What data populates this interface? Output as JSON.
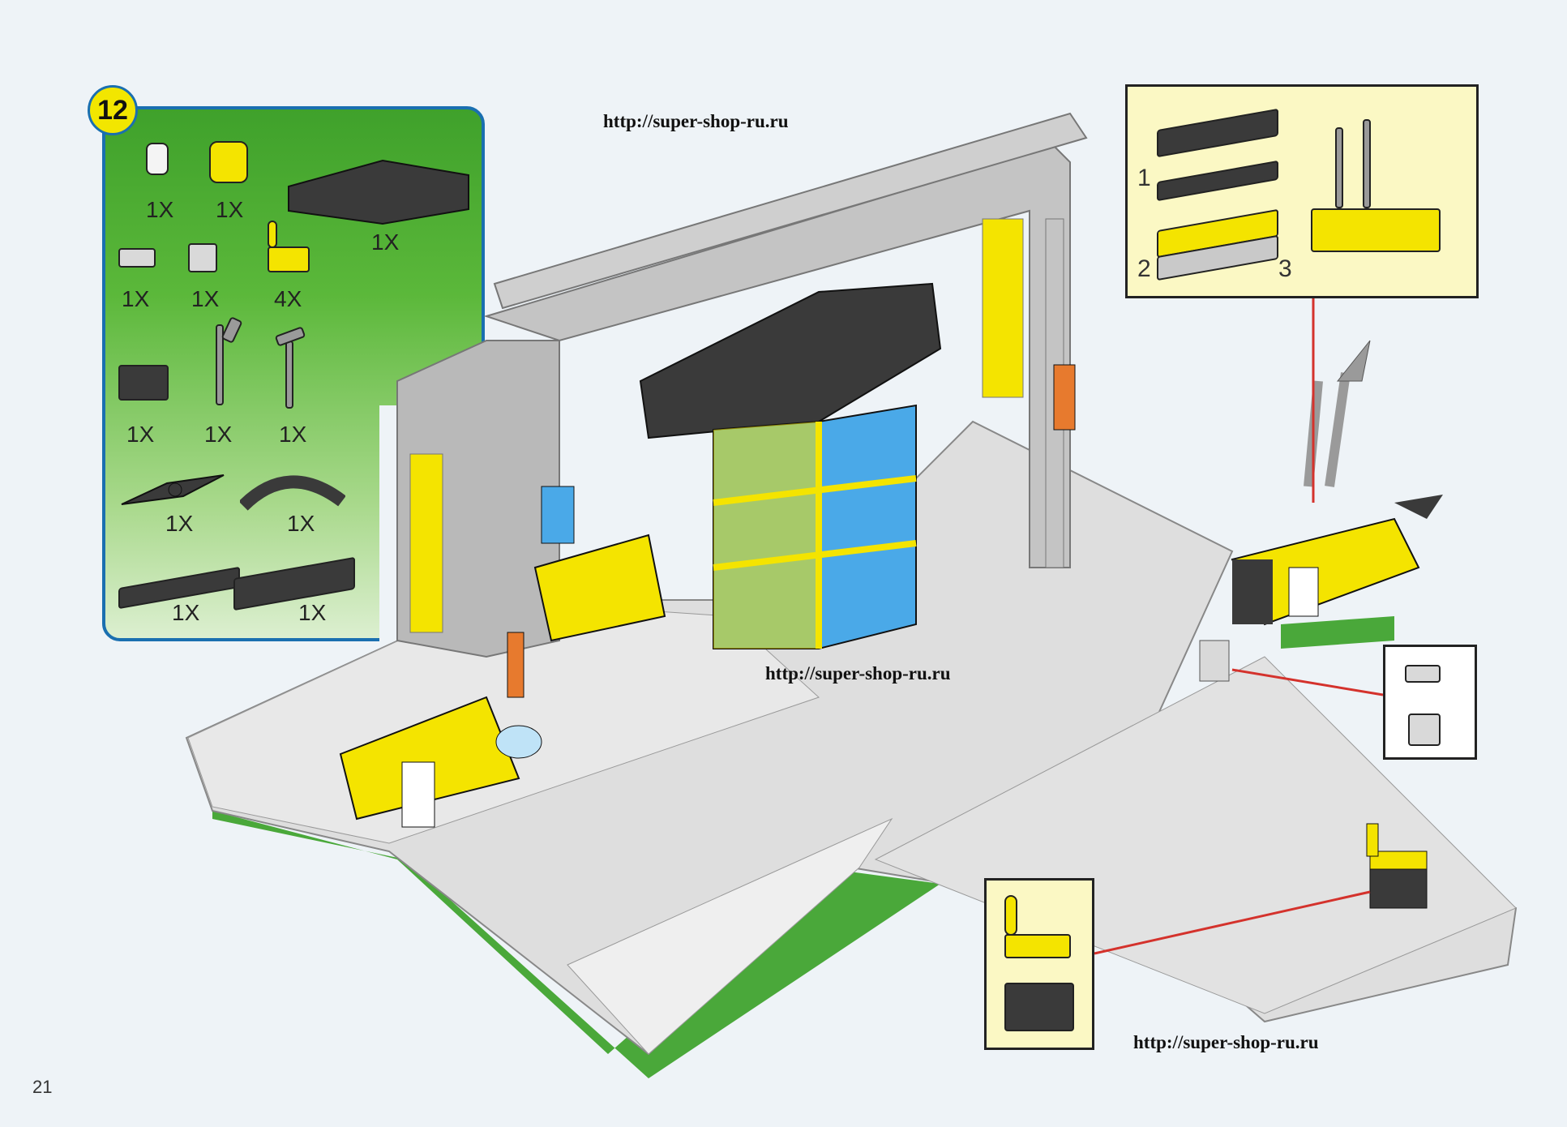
{
  "step": {
    "number": "12"
  },
  "parts": [
    {
      "name": "white-clip-part",
      "qty": "1X"
    },
    {
      "name": "yellow-torso-part",
      "qty": "1X"
    },
    {
      "name": "black-wedge-plate-part",
      "qty": "1X"
    },
    {
      "name": "gray-clip-plate-part",
      "qty": "1X"
    },
    {
      "name": "gray-brick-1x1-part",
      "qty": "1X"
    },
    {
      "name": "yellow-bar-plate-part",
      "qty": "4X"
    },
    {
      "name": "black-brick-1x2-part",
      "qty": "1X"
    },
    {
      "name": "gray-tool-part-1",
      "qty": "1X"
    },
    {
      "name": "gray-tool-part-2",
      "qty": "1X"
    },
    {
      "name": "black-flipper-part",
      "qty": "1X"
    },
    {
      "name": "black-arch-plate-part",
      "qty": "1X"
    },
    {
      "name": "black-plate-1x6-part",
      "qty": "1X"
    },
    {
      "name": "black-brick-1x6-part",
      "qty": "1X"
    }
  ],
  "substeps": [
    "1",
    "2",
    "3"
  ],
  "watermarks": [
    "http://super-shop-ru.ru",
    "http://super-shop-ru.ru",
    "http://super-shop-ru.ru"
  ],
  "page_number": "21",
  "colors": {
    "panel_green": "#4fae33",
    "panel_border": "#1a6fb0",
    "badge_yellow": "#f2e600",
    "inset_yellow": "#fbf8c4",
    "callout_red": "#d4322c",
    "lego_gray": "#b9b9b9",
    "lego_black": "#3a3a3a",
    "lego_yellow": "#f4e400",
    "lego_blue": "#4aa9e8",
    "base_green": "#4aa83a"
  }
}
